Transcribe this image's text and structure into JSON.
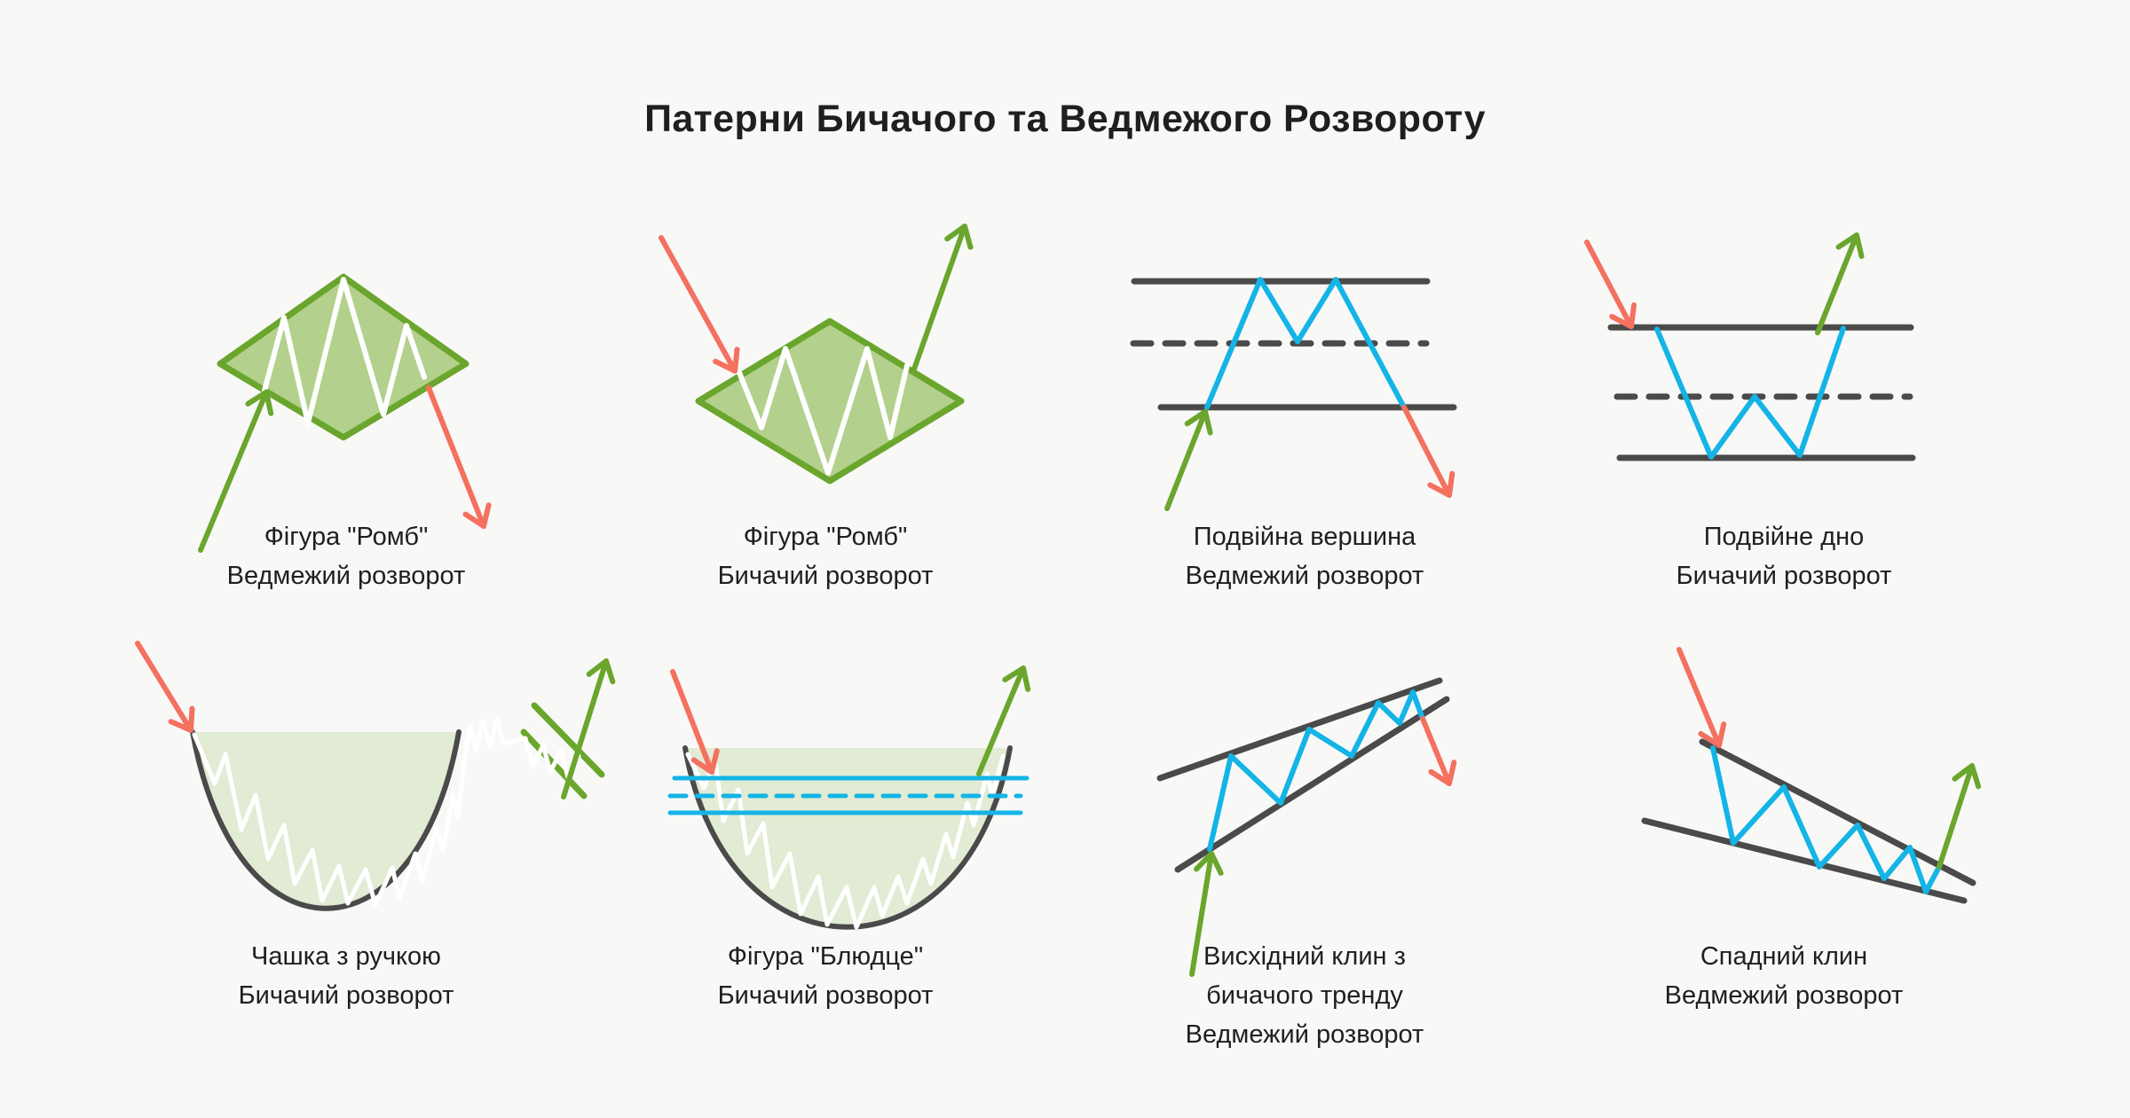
{
  "title": "Патерни Бичачого та Ведмежого Розвороту",
  "colors": {
    "background": "#f8f8f7",
    "text": "#1f1f1f",
    "green": "#6aa62d",
    "red": "#f4705f",
    "cyan": "#14b4e6",
    "dark": "#4a4a4a",
    "white": "#ffffff",
    "diamond_fill": "#b3d08c",
    "cup_fill": "#e2ebd3"
  },
  "patterns": [
    {
      "id": "diamond-bearish",
      "lines": [
        "Фігура \"Ромб\"",
        "Ведмежий розворот"
      ]
    },
    {
      "id": "diamond-bullish",
      "lines": [
        "Фігура \"Ромб\"",
        "Бичачий розворот"
      ]
    },
    {
      "id": "double-top",
      "lines": [
        "Подвійна вершина",
        "Ведмежий розворот"
      ]
    },
    {
      "id": "double-bottom",
      "lines": [
        "Подвійне дно",
        "Бичачий розворот"
      ]
    },
    {
      "id": "cup-with-handle",
      "lines": [
        "Чашка з ручкою",
        "Бичачий розворот"
      ]
    },
    {
      "id": "saucer",
      "lines": [
        "Фігура \"Блюдце\"",
        "Бичачий розворот"
      ]
    },
    {
      "id": "rising-wedge",
      "lines": [
        "Висхідний клин з",
        "бичачого тренду",
        "Ведмежий розворот"
      ]
    },
    {
      "id": "falling-wedge",
      "lines": [
        "Спадний клин",
        "Ведмежий розворот"
      ]
    }
  ]
}
